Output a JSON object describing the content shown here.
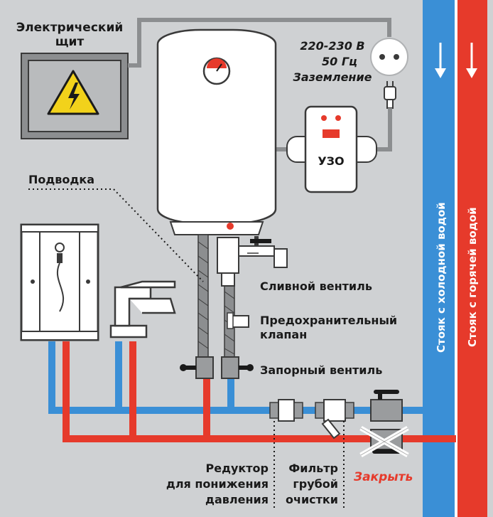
{
  "labels": {
    "panel_title_1": "Электрический",
    "panel_title_2": "щит",
    "power_1": "220-230 В",
    "power_2": "50 Гц",
    "power_3": "Заземление",
    "rcd": "УЗО",
    "supply": "Подводка",
    "drain_valve": "Сливной вентиль",
    "safety_valve_1": "Предохранительный",
    "safety_valve_2": "клапан",
    "shutoff_valve": "Запорный вентиль",
    "reducer_1": "Редуктор",
    "reducer_2": "для понижения",
    "reducer_3": "давления",
    "filter_1": "Фильтр",
    "filter_2": "грубой",
    "filter_3": "очистки",
    "close": "Закрыть",
    "cold_riser": "Стояк с холодной водой",
    "hot_riser": "Стояк с горячей водой"
  },
  "colors": {
    "background": "#cfd1d3",
    "cold": "#3a8fd6",
    "hot": "#e63a2b",
    "outline": "#3a3a3a",
    "warning": "#f2d21b",
    "close_text": "#e63a2b"
  }
}
